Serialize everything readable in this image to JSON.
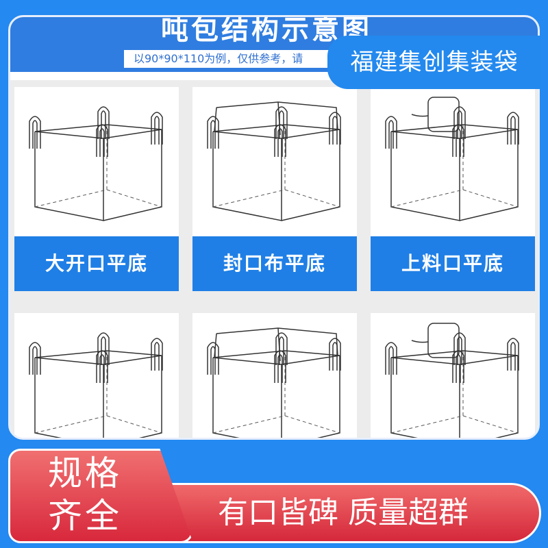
{
  "header": {
    "title": "吨包结构示意图",
    "subtitle": "以90*90*110为例，仅供参考，请",
    "brand": "福建集创集装袋"
  },
  "bags": [
    {
      "label": "大开口平底",
      "type": "open"
    },
    {
      "label": "封口布平底",
      "type": "skirt"
    },
    {
      "label": "上料口平底",
      "type": "spout"
    },
    {
      "type": "open"
    },
    {
      "type": "skirt"
    },
    {
      "type": "spout"
    }
  ],
  "footer": {
    "tag_line1": "规格",
    "tag_line2": "齐全",
    "slogan": "有口皆碑  质量超群"
  },
  "colors": {
    "background": "#2489f0",
    "label": "#1f7fe6",
    "red": "#d8283c"
  }
}
